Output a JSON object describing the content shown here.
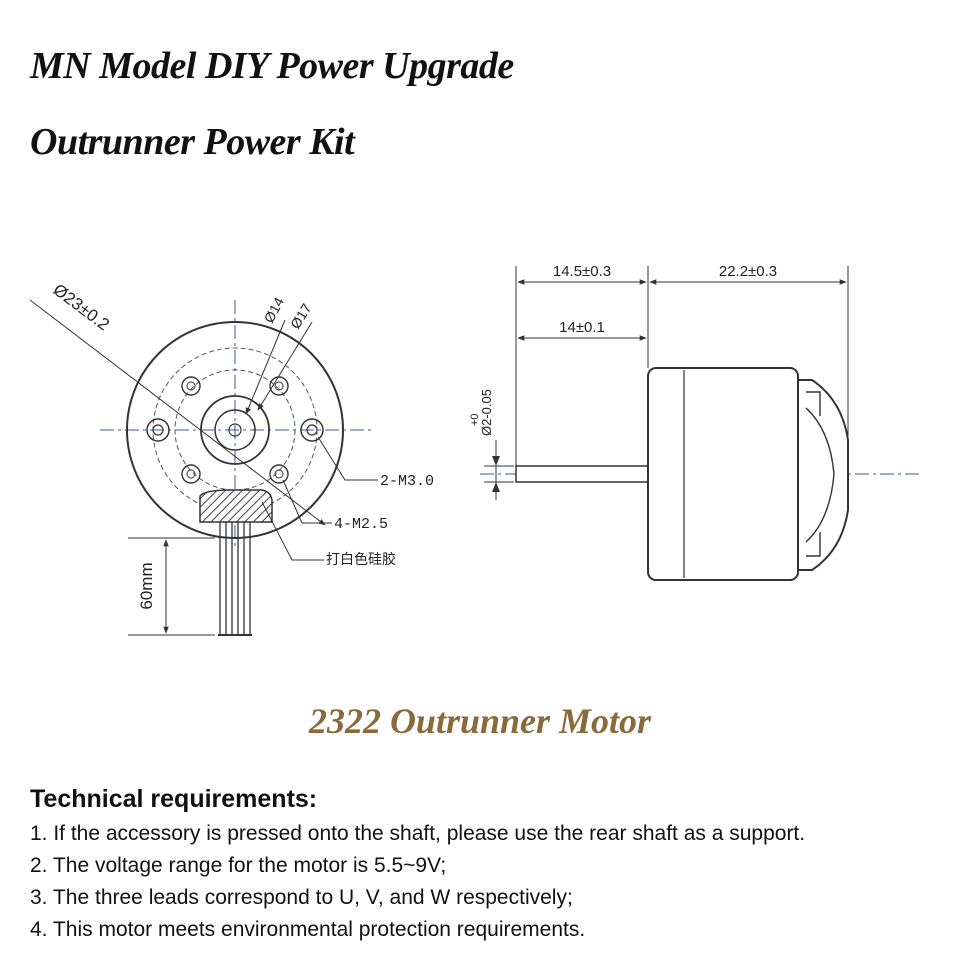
{
  "header": {
    "title_line1": "MN Model DIY Power Upgrade",
    "title_line2": "Outrunner Power Kit"
  },
  "front_view": {
    "dim_outer": "Ø23±0.2",
    "dim_inner_14": "Ø14",
    "dim_inner_17": "Ø17",
    "label_m3": "2-M3.0",
    "label_m25": "4-M2.5",
    "label_glue": "打白色硅胶",
    "lead_length": "60mm"
  },
  "side_view": {
    "dim_shaft_len": "14.5±0.3",
    "dim_body_len": "22.2±0.3",
    "dim_shaft_min": "14±0.1",
    "dim_shaft_dia_top": "+0",
    "dim_shaft_dia_bottom": "Ø2-0.05"
  },
  "caption": "2322 Outrunner Motor",
  "requirements": {
    "heading": "Technical requirements:",
    "items": [
      "1. If the accessory is pressed onto the shaft, please use the rear shaft as a support.",
      "2. The voltage range for the motor is 5.5~9V;",
      "3. The three leads correspond to U, V, and W respectively;",
      "4. This motor meets environmental protection requirements."
    ]
  },
  "colors": {
    "caption": "#8a6a3a",
    "line": "#333333",
    "centerline": "#3a5a9a"
  }
}
